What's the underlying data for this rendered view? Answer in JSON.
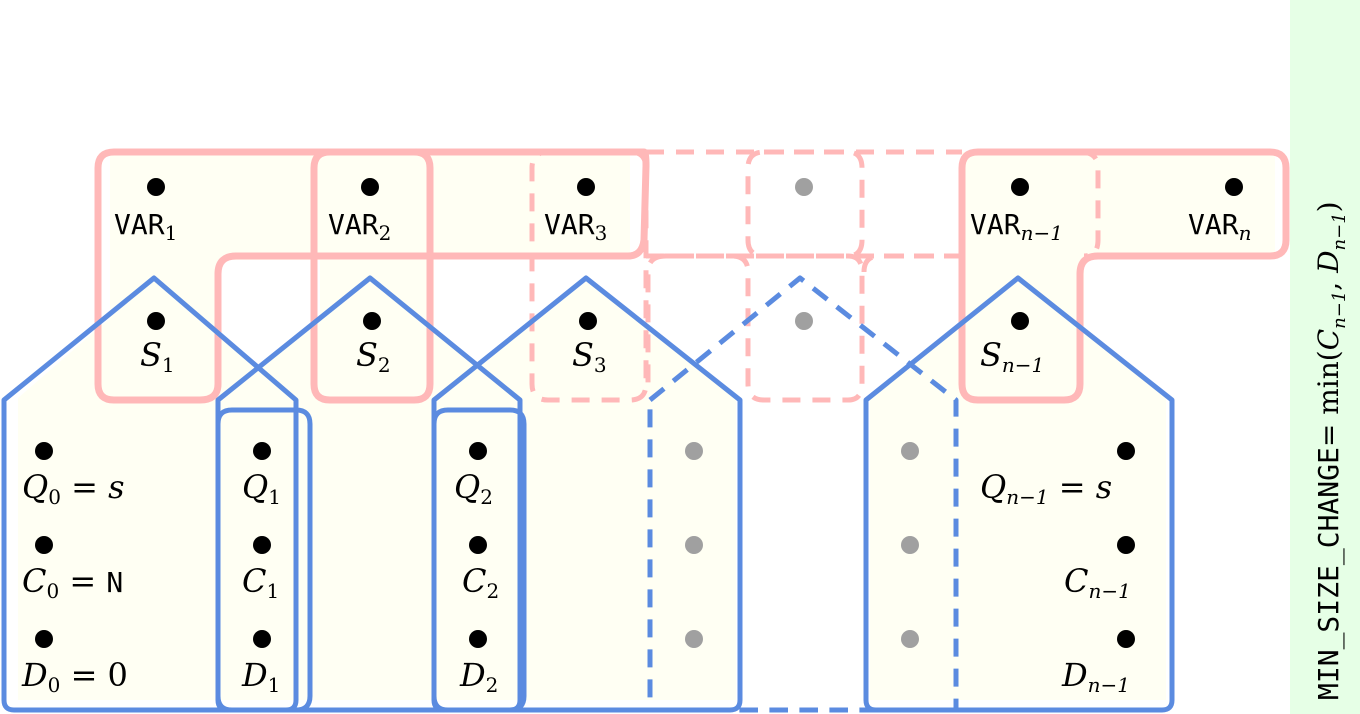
{
  "colors": {
    "pink": "#ffb8b8",
    "blue": "#5b8be0",
    "fill": "#fffff3",
    "side_fill": "#e6ffe6",
    "dot": "#000000",
    "gray_dot": "#a0a0a0"
  },
  "side_label": {
    "prefix": "MIN_SIZE_CHANGE",
    "formula": "= min(",
    "c": "C",
    "c_sub": "n−1",
    "comma": ", ",
    "d": "D",
    "d_sub": "n−1",
    "close": ")"
  },
  "labels": {
    "var1": {
      "base": "VAR",
      "sub": "1"
    },
    "var2": {
      "base": "VAR",
      "sub": "2"
    },
    "var3": {
      "base": "VAR",
      "sub": "3"
    },
    "varn1": {
      "base": "VAR",
      "sub": "n−1"
    },
    "varn": {
      "base": "VAR",
      "sub": "n"
    },
    "s1": {
      "base": "S",
      "sub": "1"
    },
    "s2": {
      "base": "S",
      "sub": "2"
    },
    "s3": {
      "base": "S",
      "sub": "3"
    },
    "sn1": {
      "base": "S",
      "sub": "n−1"
    },
    "q0": {
      "base": "Q",
      "sub": "0",
      "rest": " = s"
    },
    "c0": {
      "base": "C",
      "sub": "0",
      "rest": " = ",
      "mono": "N"
    },
    "d0": {
      "base": "D",
      "sub": "0",
      "rest": " = 0"
    },
    "q1": {
      "base": "Q",
      "sub": "1"
    },
    "c1": {
      "base": "C",
      "sub": "1"
    },
    "d1": {
      "base": "D",
      "sub": "1"
    },
    "q2": {
      "base": "Q",
      "sub": "2"
    },
    "c2": {
      "base": "C",
      "sub": "2"
    },
    "d2": {
      "base": "D",
      "sub": "2"
    },
    "qn1": {
      "base": "Q",
      "sub": "n−1",
      "rest": " = s"
    },
    "cn1": {
      "base": "C",
      "sub": "n−1"
    },
    "dn1": {
      "base": "D",
      "sub": "n−1"
    }
  }
}
